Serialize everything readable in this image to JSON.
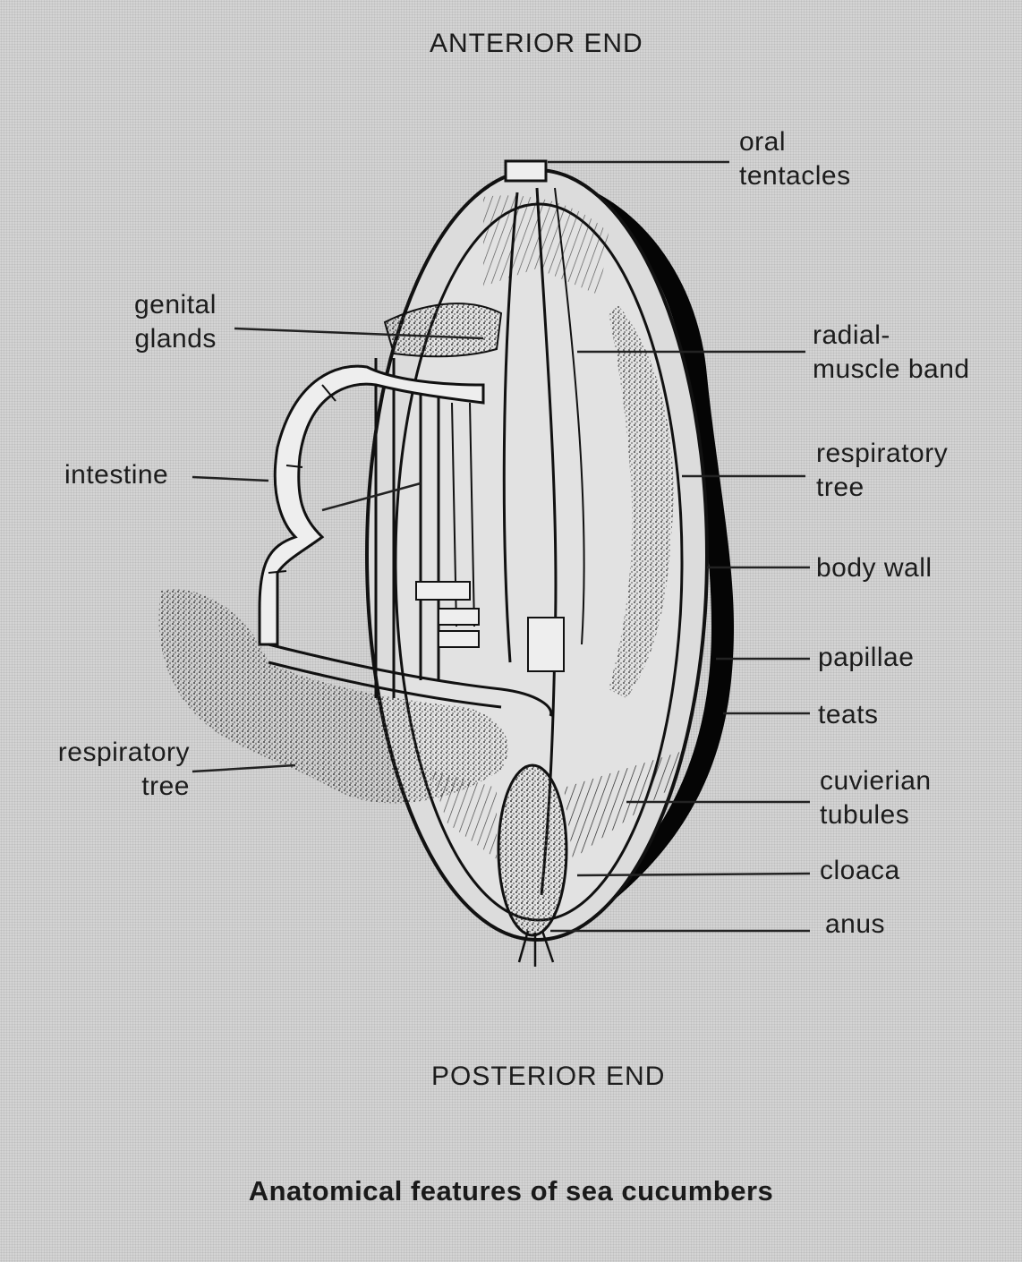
{
  "ends": {
    "anterior": "ANTERIOR END",
    "posterior": "POSTERIOR END"
  },
  "caption": "Anatomical features of sea cucumbers",
  "labels": {
    "oral_tentacles": [
      "oral",
      "tentacles"
    ],
    "genital_glands": [
      "genital",
      "glands"
    ],
    "radial_muscle_band": [
      "radial-",
      "muscle band"
    ],
    "intestine": [
      "intestine"
    ],
    "respiratory_tree_right": [
      "respiratory",
      "tree"
    ],
    "body_wall": [
      "body wall"
    ],
    "papillae": [
      "papillae"
    ],
    "teats": [
      "teats"
    ],
    "respiratory_tree_left": [
      "respiratory",
      "tree"
    ],
    "cuvierian_tubules": [
      "cuvierian",
      "tubules"
    ],
    "cloaca": [
      "cloaca"
    ],
    "anus": [
      "anus"
    ]
  }
}
